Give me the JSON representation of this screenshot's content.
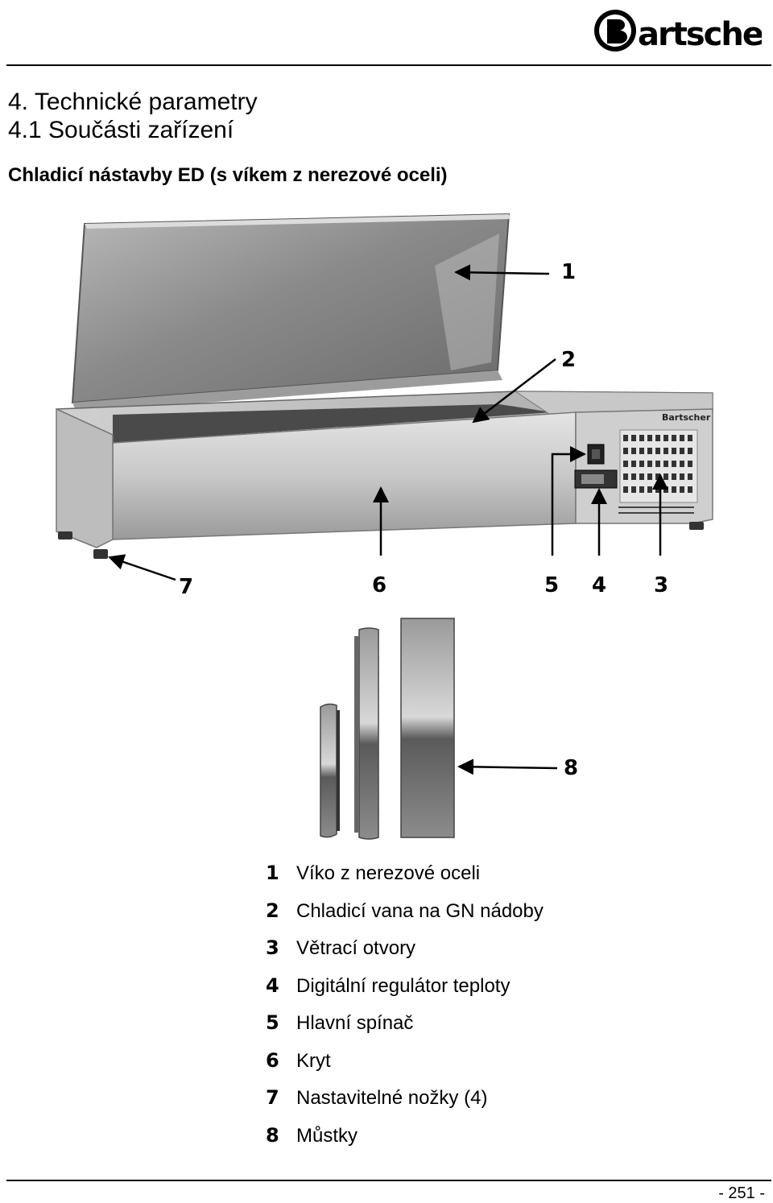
{
  "header": {
    "logo_text": "Bartscher",
    "section_title": "4. Technické parametry",
    "subsection_title": "4.1 Součásti zařízení"
  },
  "figure": {
    "title": "Chladicí nástavby ED (s víkem z nerezové oceli)",
    "callouts": {
      "c1": "1",
      "c2": "2",
      "c3": "3",
      "c4": "4",
      "c5": "5",
      "c6": "6",
      "c7": "7",
      "c8": "8"
    }
  },
  "legend": [
    {
      "num": "1",
      "text": "Víko z nerezové oceli"
    },
    {
      "num": "2",
      "text": "Chladicí vana na GN nádoby"
    },
    {
      "num": "3",
      "text": "Větrací otvory"
    },
    {
      "num": "4",
      "text": "Digitální regulátor teploty"
    },
    {
      "num": "5",
      "text": "Hlavní spínač"
    },
    {
      "num": "6",
      "text": "Kryt"
    },
    {
      "num": "7",
      "text": "Nastavitelné nožky (4)"
    },
    {
      "num": "8",
      "text": "Můstky"
    }
  ],
  "footer": {
    "page_number": "- 251 -"
  }
}
